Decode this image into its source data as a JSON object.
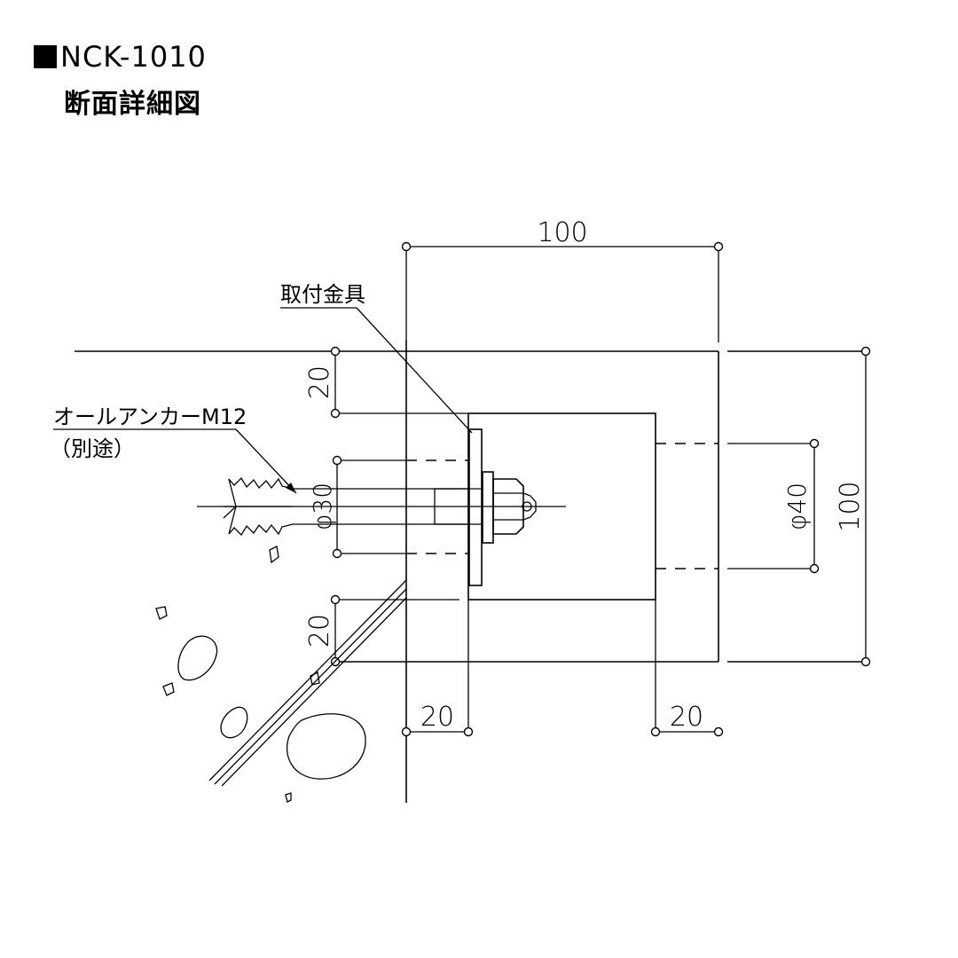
{
  "header": {
    "model": "NCK-1010",
    "subtitle": "断面詳細図"
  },
  "labels": {
    "bracket": "取付金具",
    "anchor": "オールアンカーM12",
    "anchor_note": "（別途）"
  },
  "dimensions": {
    "top_width": "100",
    "right_height": "100",
    "top_offset": "20",
    "bottom_offset": "20",
    "left_offset": "20",
    "right_offset": "20",
    "left_dia": "φ30",
    "right_dia": "φ40"
  }
}
